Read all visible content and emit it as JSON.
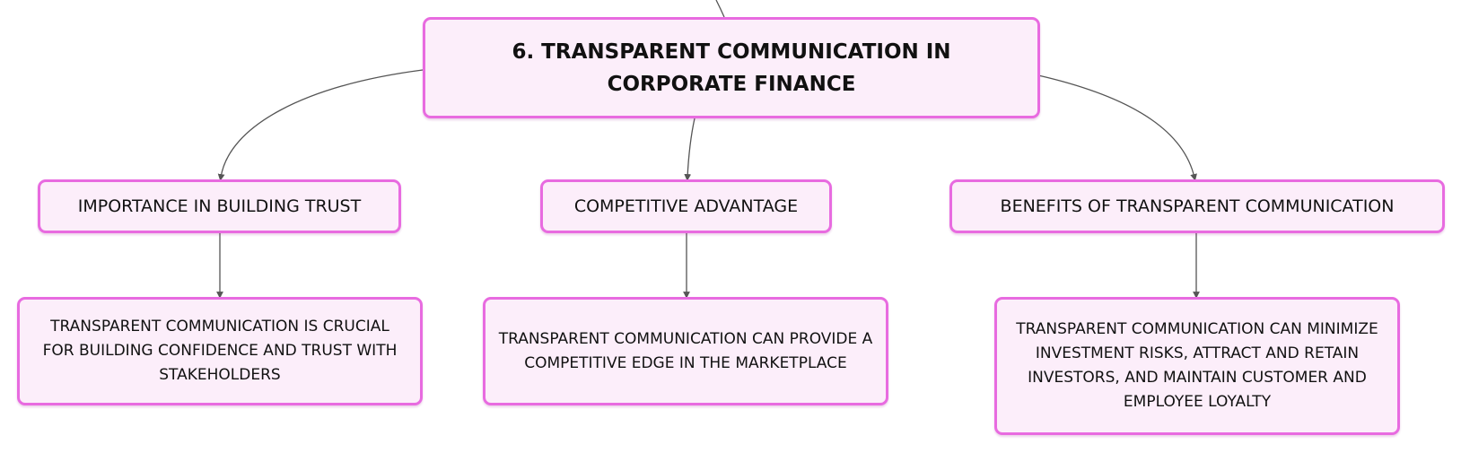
{
  "diagram": {
    "root": {
      "label": "6. TRANSPARENT COMMUNICATION IN CORPORATE FINANCE"
    },
    "branches": [
      {
        "label": "IMPORTANCE IN BUILDING TRUST",
        "detail": "TRANSPARENT COMMUNICATION IS CRUCIAL FOR BUILDING CONFIDENCE AND TRUST WITH STAKEHOLDERS"
      },
      {
        "label": "COMPETITIVE ADVANTAGE",
        "detail": "TRANSPARENT COMMUNICATION CAN PROVIDE A COMPETITIVE EDGE IN THE MARKETPLACE"
      },
      {
        "label": "BENEFITS OF TRANSPARENT COMMUNICATION",
        "detail": "TRANSPARENT COMMUNICATION CAN MINIMIZE INVESTMENT RISKS, ATTRACT AND RETAIN INVESTORS, AND MAINTAIN CUSTOMER AND EMPLOYEE LOYALTY"
      }
    ]
  },
  "colors": {
    "node_fill": "#fceefa",
    "node_border": "#e86be0",
    "connector": "#555555",
    "text": "#111111"
  }
}
